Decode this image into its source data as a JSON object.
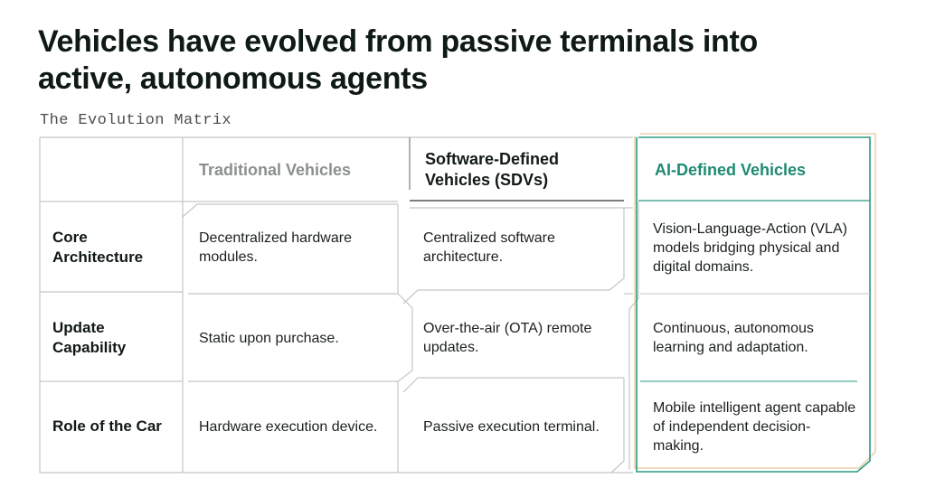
{
  "page": {
    "title": "Vehicles have evolved from passive terminals into active, autonomous agents",
    "subtitle": "The Evolution Matrix"
  },
  "matrix": {
    "columns": [
      "Traditional Vehicles",
      "Software-Defined Vehicles (SDVs)",
      "AI-Defined Vehicles"
    ],
    "rows": [
      {
        "label": "Core Architecture",
        "cells": [
          "Decentralized hardware modules.",
          "Centralized software architecture.",
          "Vision-Language-Action (VLA) models bridging physical and digital domains."
        ]
      },
      {
        "label": "Update Capability",
        "cells": [
          "Static upon purchase.",
          "Over-the-air (OTA) remote updates.",
          "Continuous, autonomous learning and adaptation."
        ]
      },
      {
        "label": "Role of the Car",
        "cells": [
          "Hardware execution device.",
          "Passive execution terminal.",
          "Mobile intelligent agent capable of independent decision-making."
        ]
      }
    ]
  },
  "colors": {
    "accent_teal": "#1f8a74",
    "ai_frame": "#2a9a82",
    "ai_frame_outer": "#e5c79a",
    "grid_line": "#bfc3c1",
    "muted_header": "#8a918d"
  }
}
